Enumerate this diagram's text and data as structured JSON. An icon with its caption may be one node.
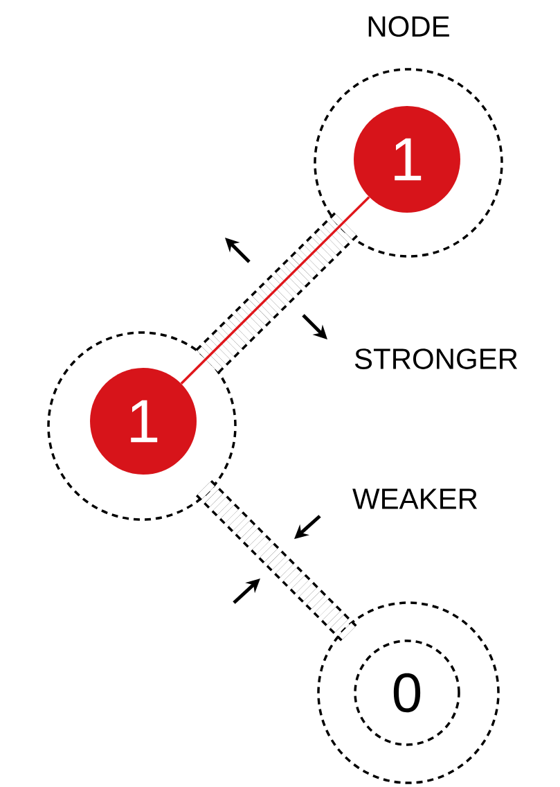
{
  "diagram": {
    "nodes": [
      {
        "text": [],
        "shape": "circle",
        "beside": [
          "NODE"
        ]
      },
      {
        "text": [
          "1"
        ],
        "in": 0
      },
      {
        "text": [],
        "shape": "circle"
      },
      {
        "text": [
          "1"
        ],
        "in": 2
      },
      {
        "text": [],
        "shape": "circle"
      },
      {
        "text": [
          "0"
        ],
        "in": 4
      }
    ],
    "edges": [
      {
        "from": 0,
        "to": 2,
        "arrow": "none",
        "style": "dashed"
      },
      {
        "from": 1,
        "to": 3,
        "arrow": "none",
        "color": "#e0161b"
      },
      {
        "from": 2,
        "to": 4,
        "arrow": "none",
        "style": "dashed"
      }
    ],
    "labels": [
      "STRONGER",
      "WEAKER"
    ]
  }
}
